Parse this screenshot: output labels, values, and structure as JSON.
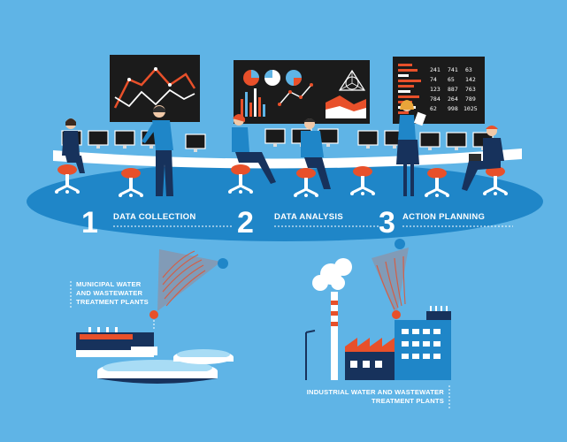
{
  "steps": [
    {
      "number": "1",
      "label": "DATA COLLECTION"
    },
    {
      "number": "2",
      "label": "DATA ANALYSIS"
    },
    {
      "number": "3",
      "label": "ACTION PLANNING"
    }
  ],
  "plants": {
    "municipal": [
      "MUNICIPAL WATER",
      "AND WASTEWATER",
      "TREATMENT PLANTS"
    ],
    "industrial": [
      "INDUSTRIAL WATER AND WASTEWATER",
      "TREATMENT PLANTS"
    ]
  },
  "action_screen": {
    "rows": [
      [
        "241",
        "741",
        "63"
      ],
      [
        "74",
        "65",
        "142"
      ],
      [
        "123",
        "887",
        "763"
      ],
      [
        "784",
        "264",
        "789"
      ],
      [
        "62",
        "998",
        "1025"
      ]
    ]
  },
  "colors": {
    "background": "#5fb4e6",
    "platform": "#1f86c8",
    "navy": "#17325c",
    "orange": "#e8502a",
    "white": "#ffffff"
  }
}
